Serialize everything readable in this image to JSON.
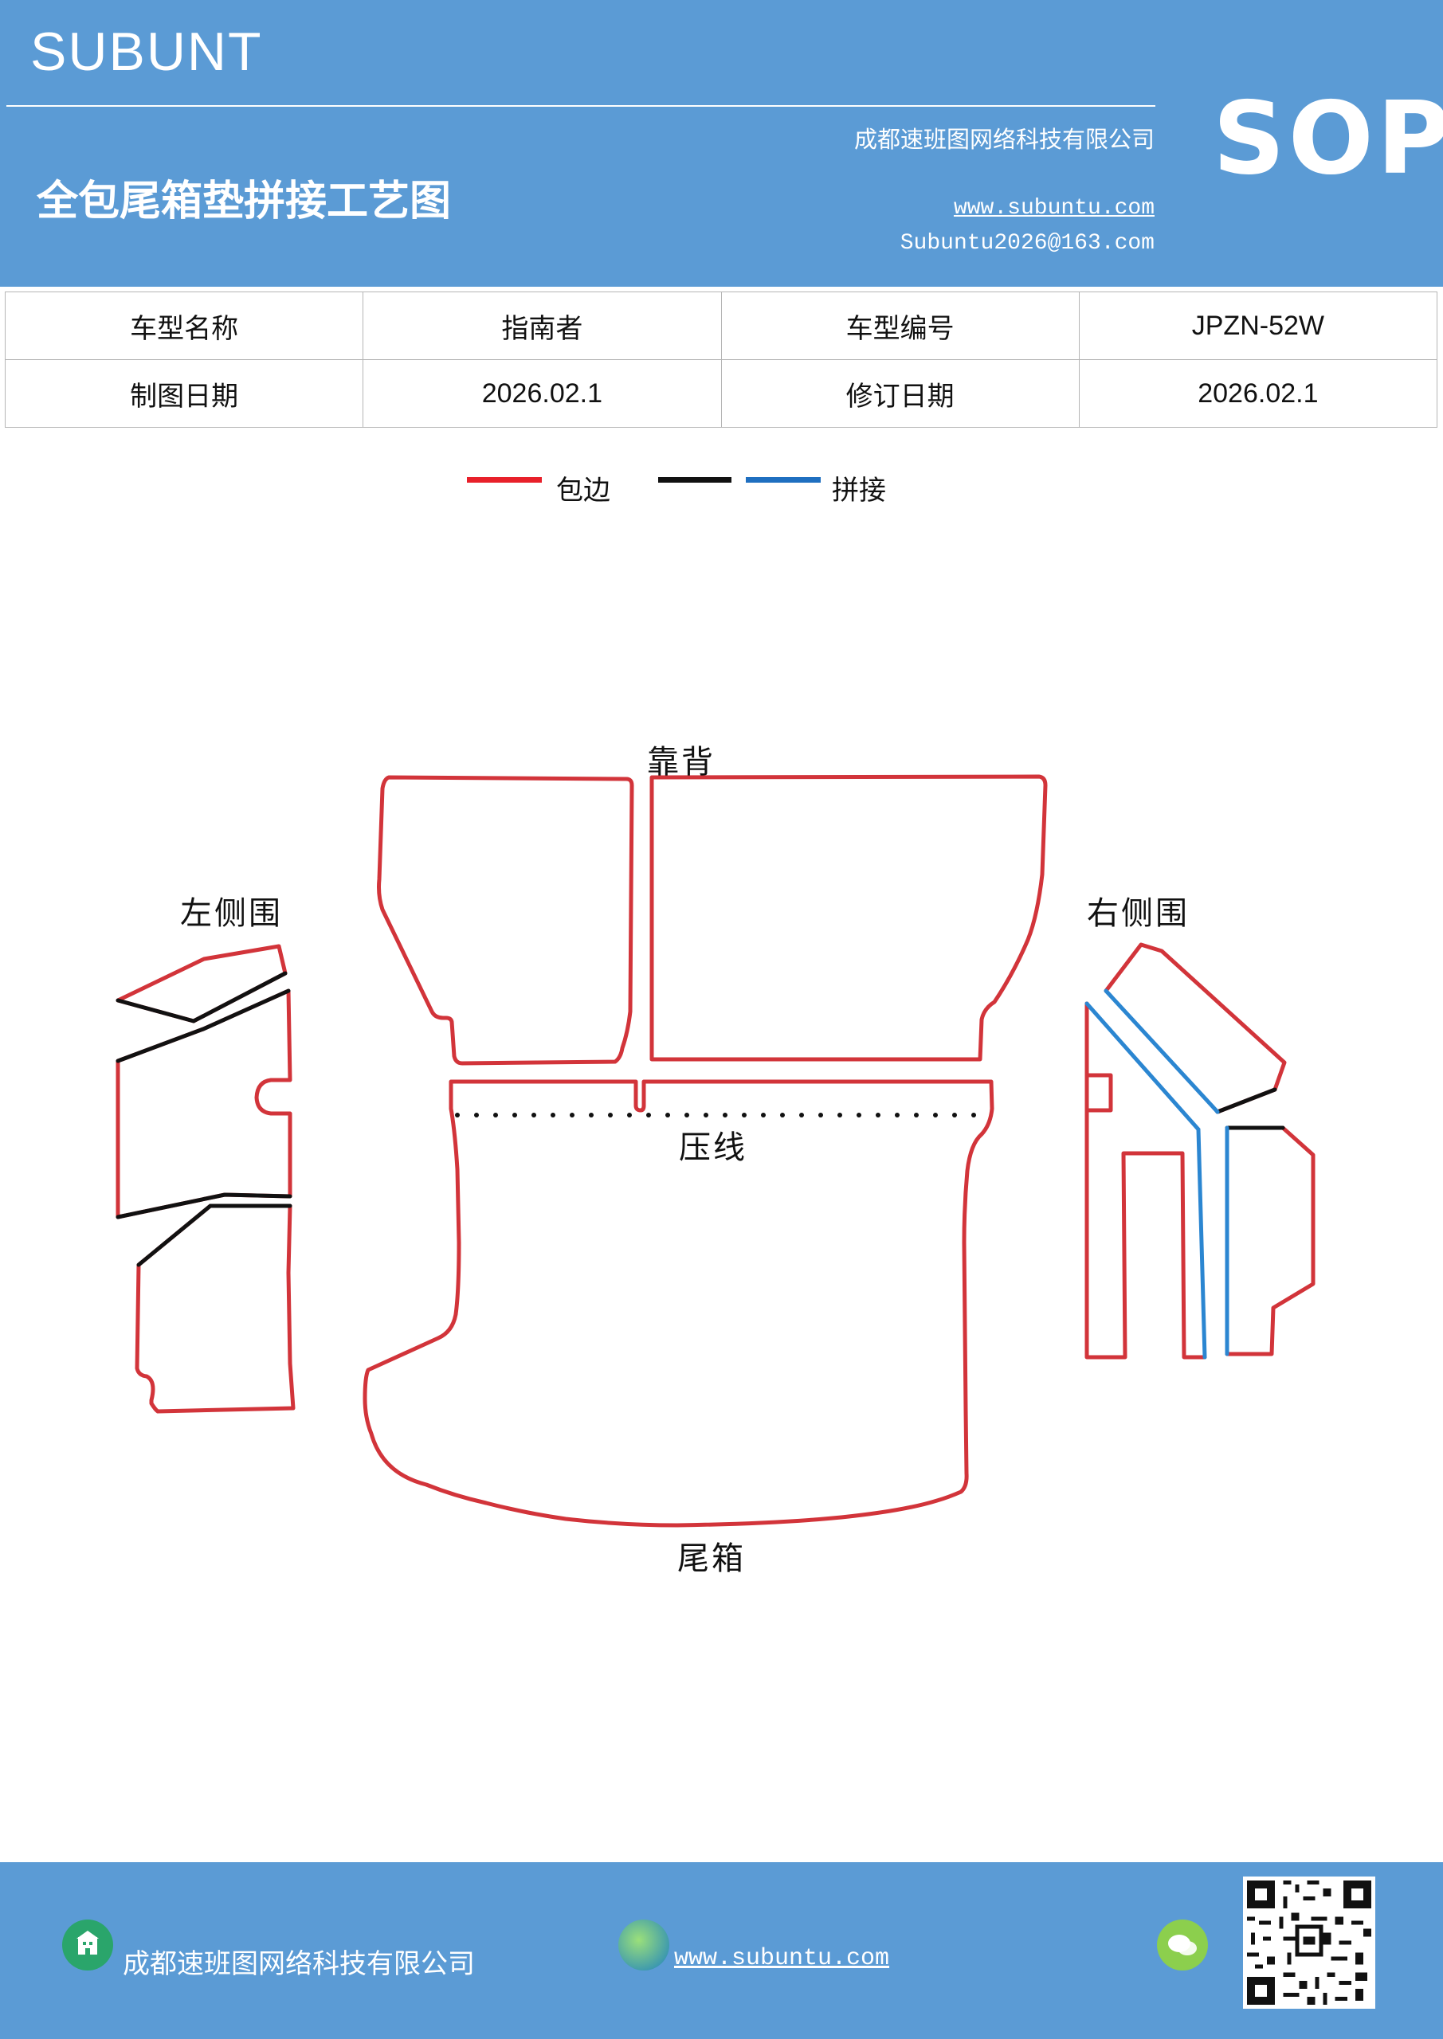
{
  "header": {
    "brand": "SUBUNT",
    "title": "全包尾箱垫拼接工艺图",
    "company": "成都速班图网络科技有限公司",
    "website": "www.subuntu.com",
    "email": "Subuntu2026@163.com",
    "badge": "SOP"
  },
  "info_table": [
    [
      "车型名称",
      "指南者",
      "车型编号",
      "JPZN-52W"
    ],
    [
      "制图日期",
      "2026.02.1",
      "修订日期",
      "2026.02.1"
    ]
  ],
  "legend": {
    "items": [
      {
        "label": "包边",
        "color": "#e8202a"
      },
      {
        "label": "",
        "color": "#111111"
      },
      {
        "label": "拼接",
        "color": "#1f6fc0"
      }
    ]
  },
  "diagram": {
    "labels": {
      "back": "靠背",
      "left_side": "左侧围",
      "right_side": "右侧围",
      "press_line": "压线",
      "trunk": "尾箱"
    },
    "colors": {
      "edge": "#d2343a",
      "join_black": "#111111",
      "join_blue": "#2b86d1"
    }
  },
  "footer": {
    "company": "成都速班图网络科技有限公司",
    "website": "www.subuntu.com"
  }
}
